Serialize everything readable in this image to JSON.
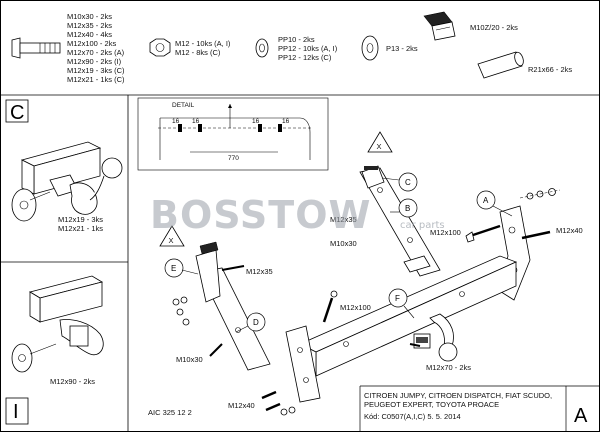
{
  "parts_legend": {
    "bolt_list": [
      "M10x30 - 2ks",
      "M12x35 - 2ks",
      "M12x40 - 4ks",
      "M12x100 - 2ks",
      "M12x70 - 2ks (A)",
      "M12x90 - 2ks (I)",
      "M12x19 - 3ks (C)",
      "M12x21 - 1ks (C)"
    ],
    "nut_list": [
      "M12 - 10ks (A, I)",
      "M12 - 8ks (C)"
    ],
    "washer_list": [
      "PP10 - 2ks",
      "PP12 - 10ks (A, I)",
      "PP12 - 12ks (C)"
    ],
    "p13": "P13 - 2ks",
    "clip": "M10Z/20 - 2ks",
    "spacer": "R21x66 - 2ks"
  },
  "variant_c": {
    "letter": "C",
    "bolts": [
      "M12x19 - 3ks",
      "M12x21 - 1ks"
    ]
  },
  "variant_i": {
    "letter": "I",
    "bolts": [
      "M12x90 - 2ks"
    ]
  },
  "variant_a": {
    "letter": "A"
  },
  "detail": {
    "title": "DETAIL",
    "dims": [
      "16",
      "16",
      "16",
      "16",
      "770"
    ]
  },
  "watermark": {
    "main": "BOSSTOW",
    "sub": "car parts"
  },
  "callouts": [
    {
      "id": "A"
    },
    {
      "id": "B"
    },
    {
      "id": "C"
    },
    {
      "id": "D"
    },
    {
      "id": "E"
    },
    {
      "id": "F"
    }
  ],
  "warning": "X",
  "main_labels": {
    "m12x100_right": "M12x100",
    "m12x40_right": "M12x40",
    "m12x35_top": "M12x35",
    "m10x30_top": "M10x30",
    "m12x35_left": "M12x35",
    "m12x100_mid": "M12x100",
    "m10x30_left": "M10x30",
    "m12x40_bottom": "M12x40",
    "m12x70": "M12x70 - 2ks"
  },
  "footer": {
    "code": "AIC 325 12 2",
    "vehicle_line1": "CITROEN JUMPY, CITROEN DISPATCH, FIAT SCUDO,",
    "vehicle_line2": "PEUGEOT EXPERT, TOYOTA PROACE",
    "kod": "Kód: C0507(A,I,C)  5. 5. 2014"
  }
}
